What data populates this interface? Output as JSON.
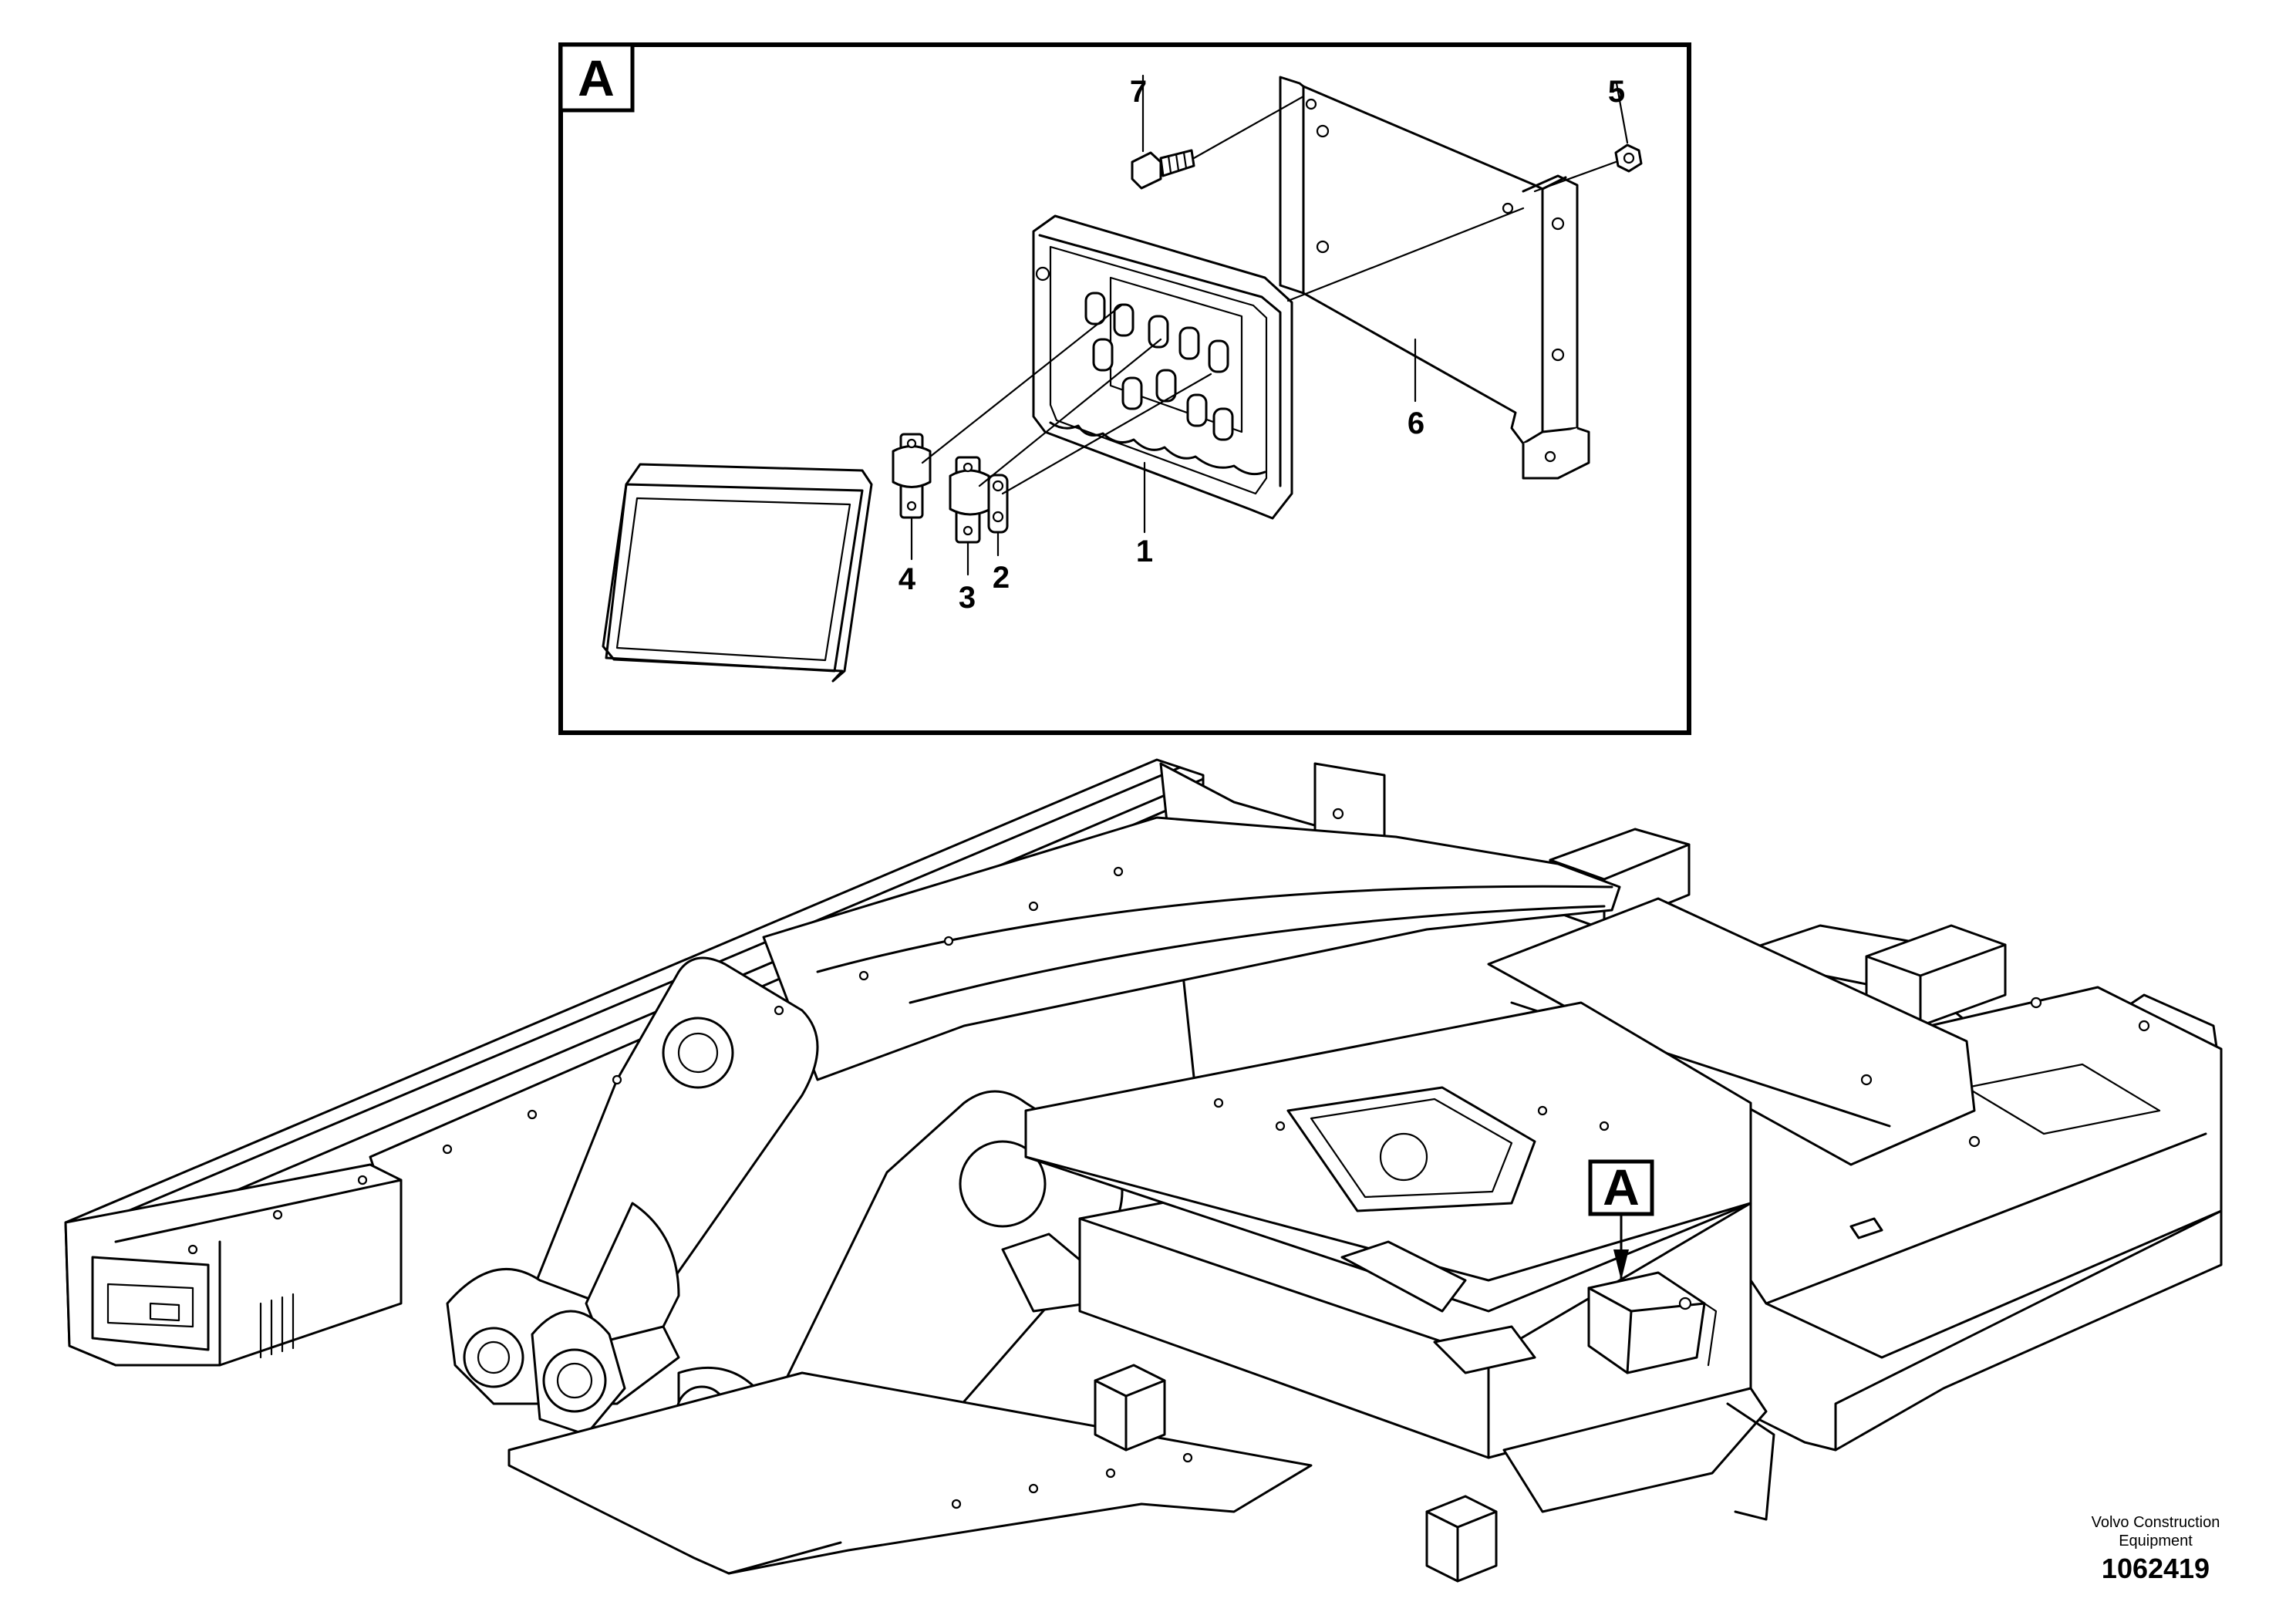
{
  "detail": {
    "label": "A",
    "callouts": [
      {
        "id": "7",
        "text": "7"
      },
      {
        "id": "5",
        "text": "5"
      },
      {
        "id": "6",
        "text": "6"
      },
      {
        "id": "1",
        "text": "1"
      },
      {
        "id": "4",
        "text": "4"
      },
      {
        "id": "3",
        "text": "3"
      },
      {
        "id": "2",
        "text": "2"
      }
    ]
  },
  "overview": {
    "detail_marker": "A"
  },
  "footer": {
    "company_line1": "Volvo Construction",
    "company_line2": "Equipment",
    "drawing_number": "1062419"
  }
}
